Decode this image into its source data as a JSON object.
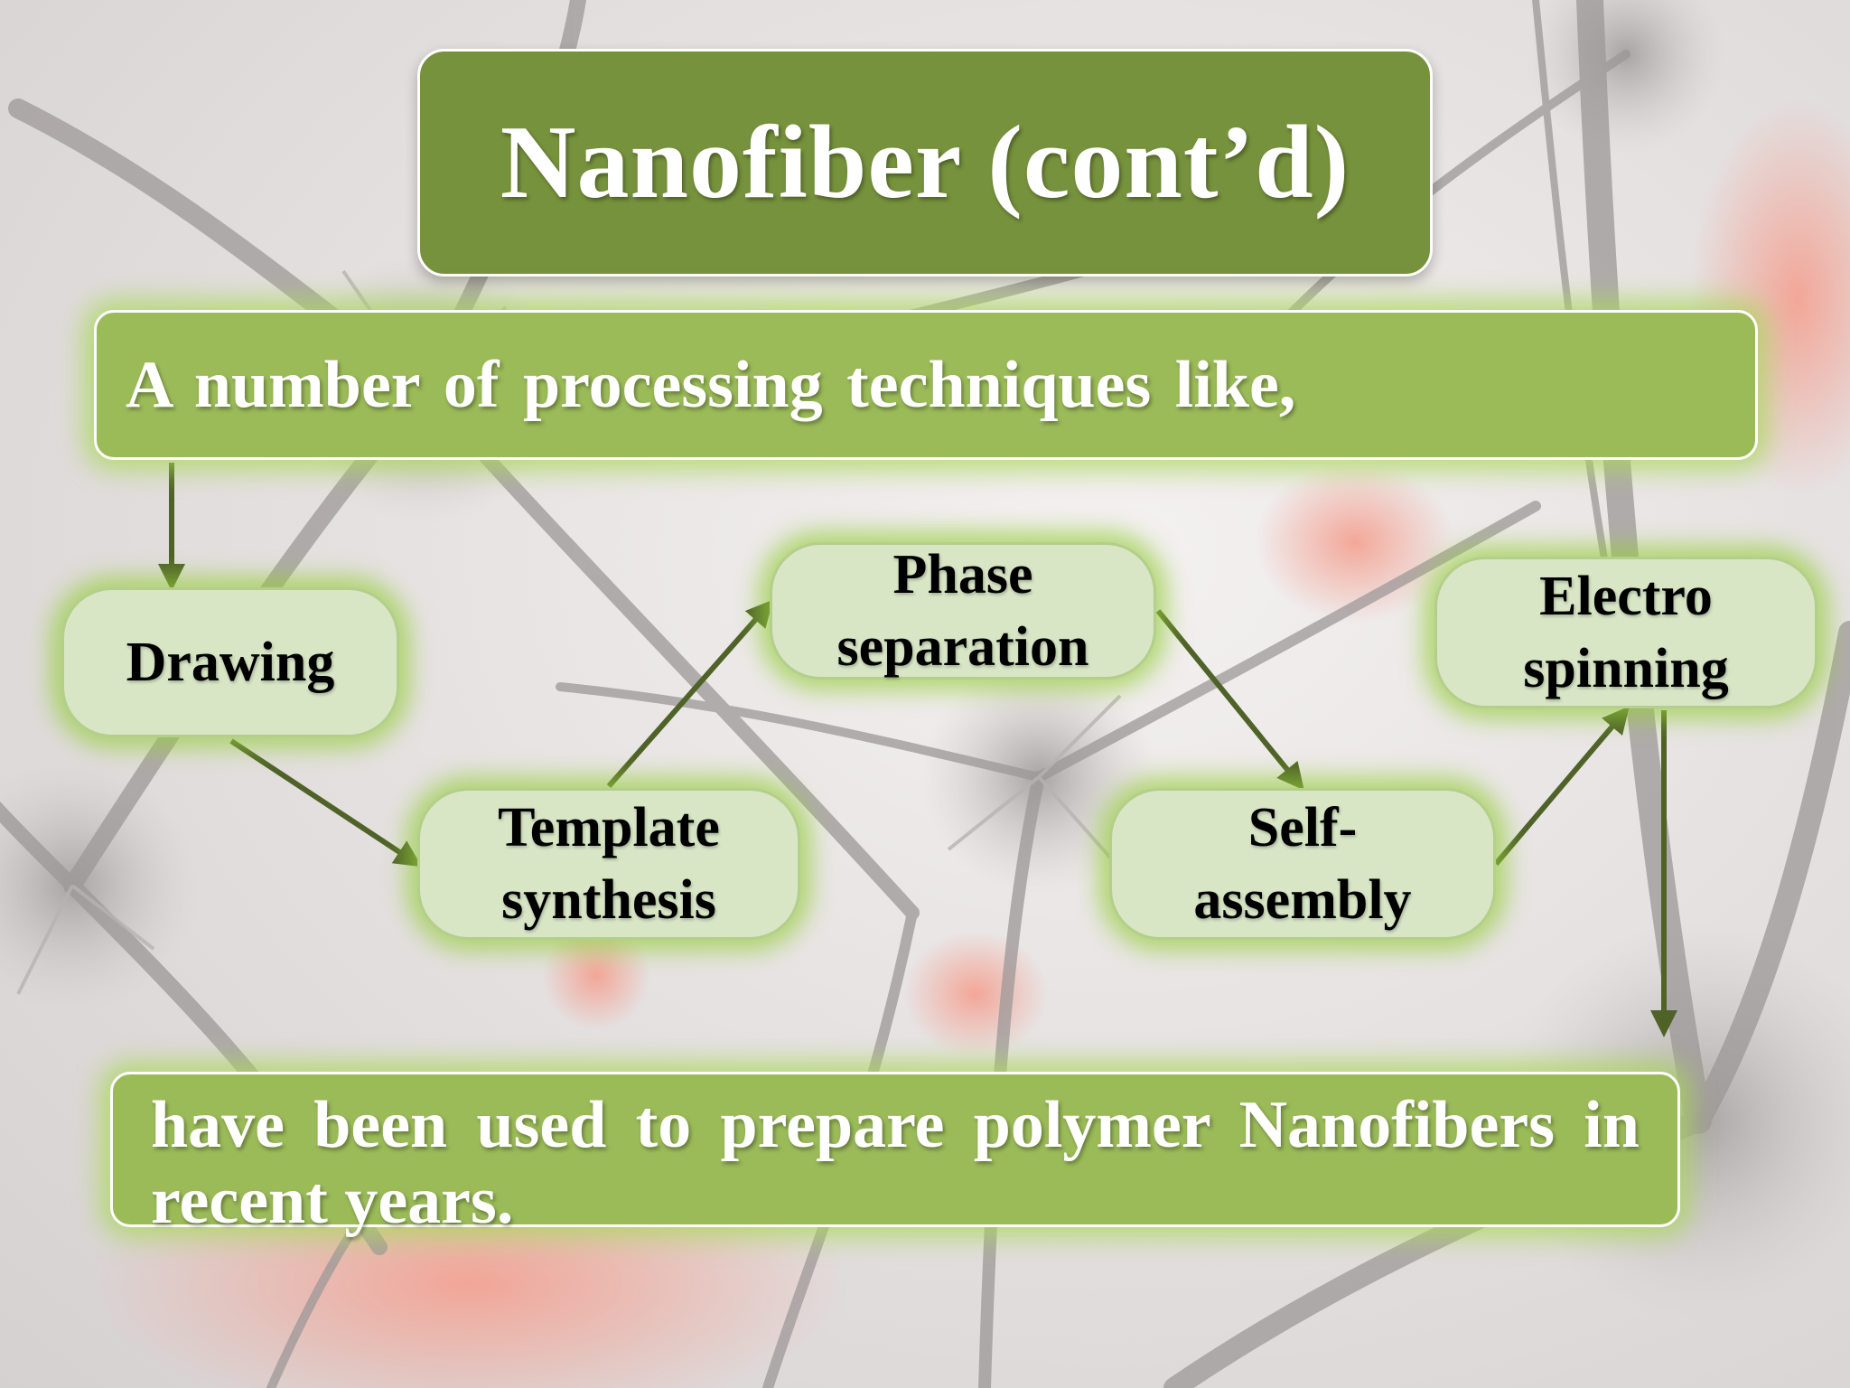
{
  "title": "Nanofiber (cont’d)",
  "intro": "A number of processing techniques like,",
  "conclusion": "have been used to prepare polymer Nanofibers in recent years.",
  "techniques": [
    {
      "id": "drawing",
      "line1": "Drawing",
      "line2": ""
    },
    {
      "id": "template-synthesis",
      "line1": "Template",
      "line2": "synthesis"
    },
    {
      "id": "phase-separation",
      "line1": "Phase",
      "line2": "separation"
    },
    {
      "id": "self-assembly",
      "line1": "Self-",
      "line2": "assembly"
    },
    {
      "id": "electro-spinning",
      "line1": "Electro",
      "line2": "spinning"
    }
  ],
  "flow": [
    [
      "intro",
      "drawing"
    ],
    [
      "drawing",
      "template-synthesis"
    ],
    [
      "template-synthesis",
      "phase-separation"
    ],
    [
      "phase-separation",
      "self-assembly"
    ],
    [
      "self-assembly",
      "electro-spinning"
    ],
    [
      "electro-spinning",
      "conclusion"
    ]
  ],
  "colors": {
    "title_fill": "#76923c",
    "band_fill": "#9bbb59",
    "node_fill": "#d8e6c6",
    "arrow": "#4f6228",
    "glow": "#a6d85a"
  }
}
